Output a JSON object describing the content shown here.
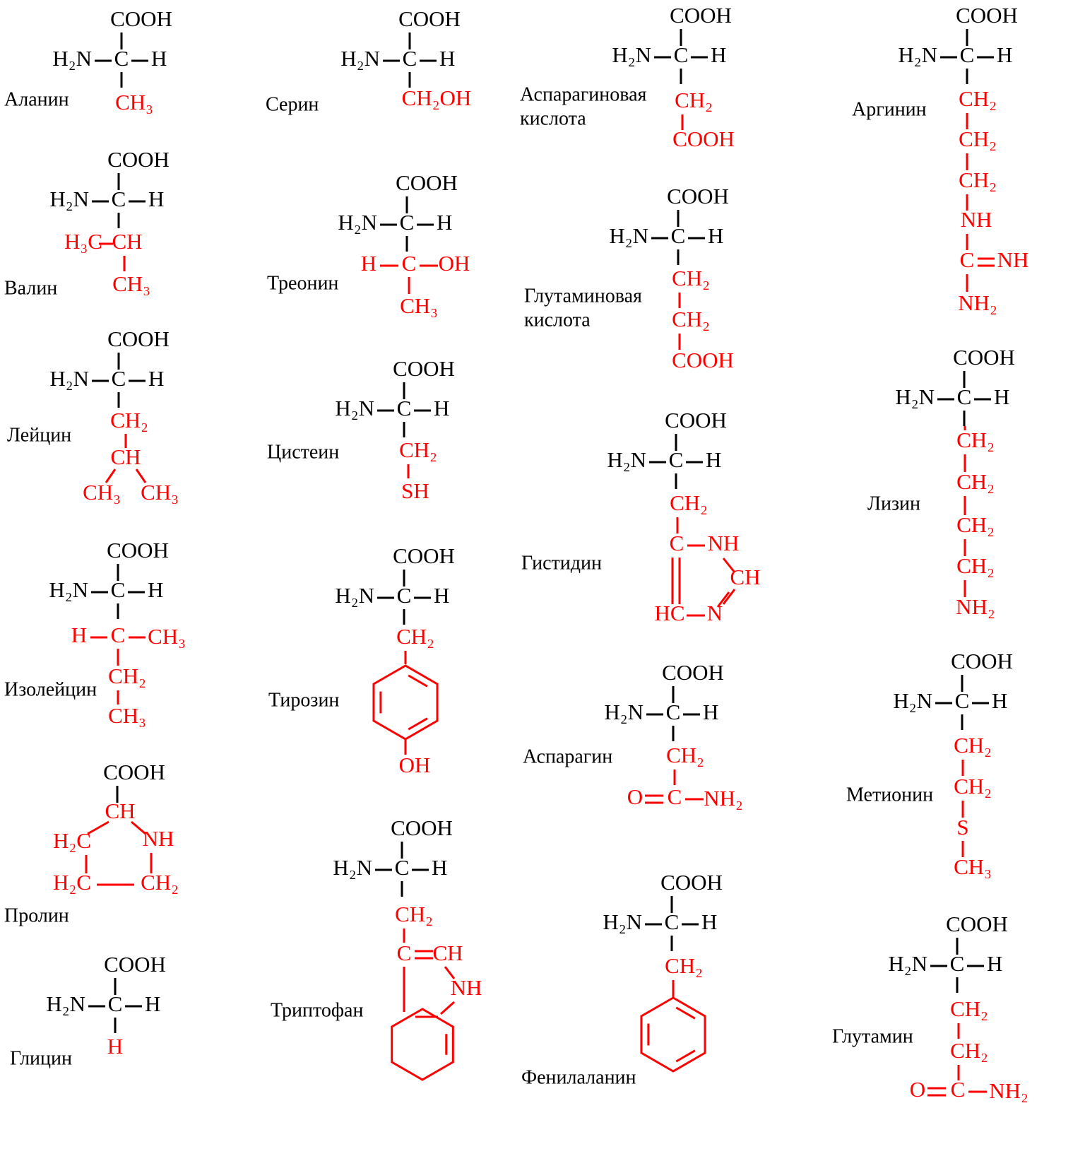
{
  "colors": {
    "core": "#000000",
    "side_chain": "#ff0000",
    "background": "#ffffff"
  },
  "core_text": {
    "cooh": "COOH",
    "h2n": "H₂N",
    "c": "C",
    "h": "H"
  },
  "amino_acids": [
    {
      "id": "alanine",
      "name": [
        "Аланин"
      ],
      "side": [
        "CH₃"
      ]
    },
    {
      "id": "valine",
      "name": [
        "Валин"
      ],
      "side": [
        "H₃C",
        "CH",
        "CH₃"
      ]
    },
    {
      "id": "leucine",
      "name": [
        "Лейцин"
      ],
      "side": [
        "CH₂",
        "CH",
        "CH₃",
        "CH₃"
      ]
    },
    {
      "id": "isoleucine",
      "name": [
        "Изолейцин"
      ],
      "side": [
        "H",
        "C",
        "CH₃",
        "CH₂",
        "CH₃"
      ]
    },
    {
      "id": "proline",
      "name": [
        "Пролин"
      ],
      "side": [
        "CH",
        "H₂C",
        "NH",
        "H₂C",
        "CH₂"
      ]
    },
    {
      "id": "glycine",
      "name": [
        "Глицин"
      ],
      "side": [
        "H"
      ]
    },
    {
      "id": "serine",
      "name": [
        "Серин"
      ],
      "side": [
        "CH₂OH"
      ]
    },
    {
      "id": "threonine",
      "name": [
        "Треонин"
      ],
      "side": [
        "H",
        "C",
        "OH",
        "CH₃"
      ]
    },
    {
      "id": "cysteine",
      "name": [
        "Цистеин"
      ],
      "side": [
        "CH₂",
        "SH"
      ]
    },
    {
      "id": "tyrosine",
      "name": [
        "Тирозин"
      ],
      "side": [
        "CH₂",
        "OH"
      ]
    },
    {
      "id": "tryptophan",
      "name": [
        "Триптофан"
      ],
      "side": [
        "CH₂",
        "C",
        "CH",
        "NH"
      ]
    },
    {
      "id": "aspartic-acid",
      "name": [
        "Аспарагиновая",
        "кислота"
      ],
      "side": [
        "CH₂",
        "COOH"
      ]
    },
    {
      "id": "glutamic-acid",
      "name": [
        "Глутаминовая",
        "кислота"
      ],
      "side": [
        "CH₂",
        "CH₂",
        "COOH"
      ]
    },
    {
      "id": "histidine",
      "name": [
        "Гистидин"
      ],
      "side": [
        "CH₂",
        "C",
        "NH",
        "CH",
        "HC",
        "N"
      ]
    },
    {
      "id": "asparagine",
      "name": [
        "Аспарагин"
      ],
      "side": [
        "CH₂",
        "O",
        "C",
        "NH₂"
      ]
    },
    {
      "id": "phenylalanine",
      "name": [
        "Фенилаланин"
      ],
      "side": [
        "CH₂"
      ]
    },
    {
      "id": "arginine",
      "name": [
        "Аргинин"
      ],
      "side": [
        "CH₂",
        "CH₂",
        "CH₂",
        "NH",
        "C",
        "NH",
        "NH₂"
      ]
    },
    {
      "id": "lysine",
      "name": [
        "Лизин"
      ],
      "side": [
        "CH₂",
        "CH₂",
        "CH₂",
        "CH₂",
        "NH₂"
      ]
    },
    {
      "id": "methionine",
      "name": [
        "Метионин"
      ],
      "side": [
        "CH₂",
        "CH₂",
        "S",
        "CH₃"
      ]
    },
    {
      "id": "glutamine",
      "name": [
        "Глутамин"
      ],
      "side": [
        "CH₂",
        "CH₂",
        "O",
        "C",
        "NH₂"
      ]
    }
  ]
}
